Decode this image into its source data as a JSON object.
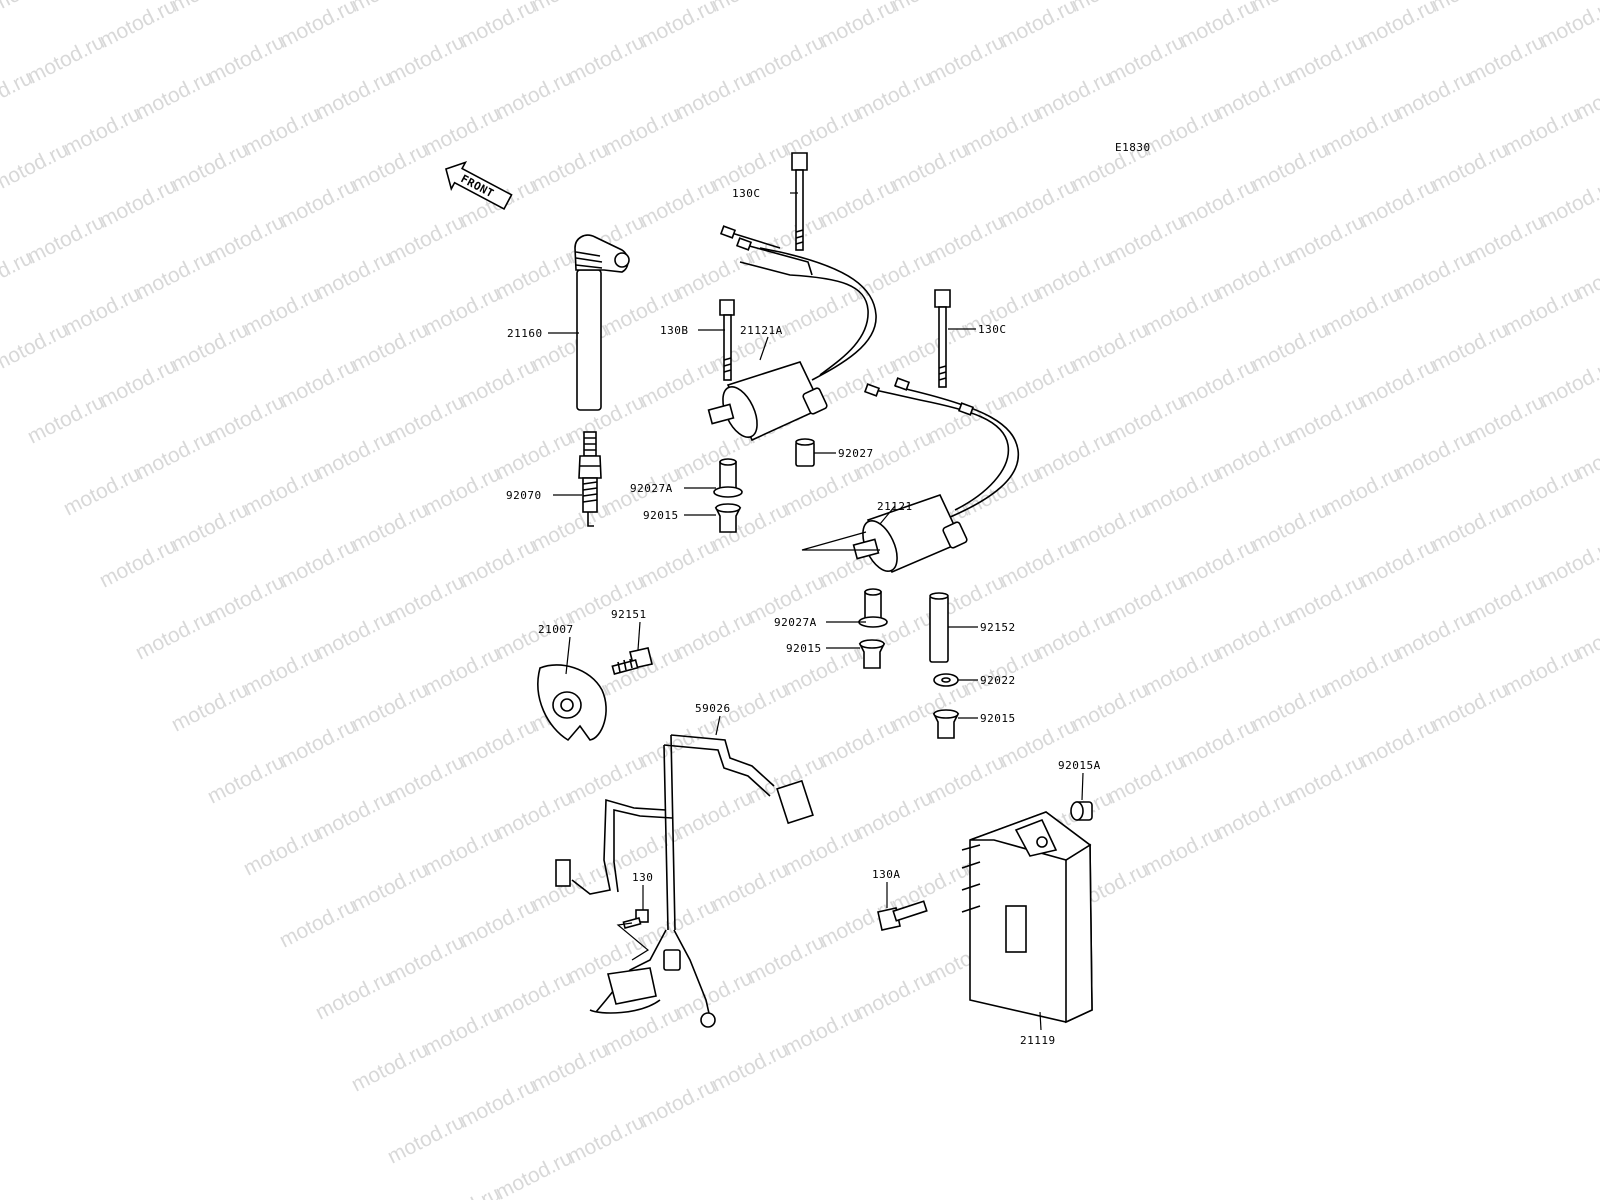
{
  "diagram_code": "E1830",
  "front_label": "FRONT",
  "watermark": "motod.ru",
  "colors": {
    "line": "#000000",
    "background": "#ffffff",
    "watermark": "#9a9a9a"
  },
  "callouts": {
    "c_130c_top": "130C",
    "c_21160": "21160",
    "c_130b": "130B",
    "c_21121a": "21121A",
    "c_130c_right": "130C",
    "c_92027": "92027",
    "c_92027a_1": "92027A",
    "c_92015_1": "92015",
    "c_92070": "92070",
    "c_21121": "21121",
    "c_92151": "92151",
    "c_21007": "21007",
    "c_92027a_2": "92027A",
    "c_92015_2": "92015",
    "c_92152": "92152",
    "c_92022": "92022",
    "c_92015_3": "92015",
    "c_59026": "59026",
    "c_92015a": "92015A",
    "c_130a": "130A",
    "c_130": "130",
    "c_21119": "21119"
  }
}
